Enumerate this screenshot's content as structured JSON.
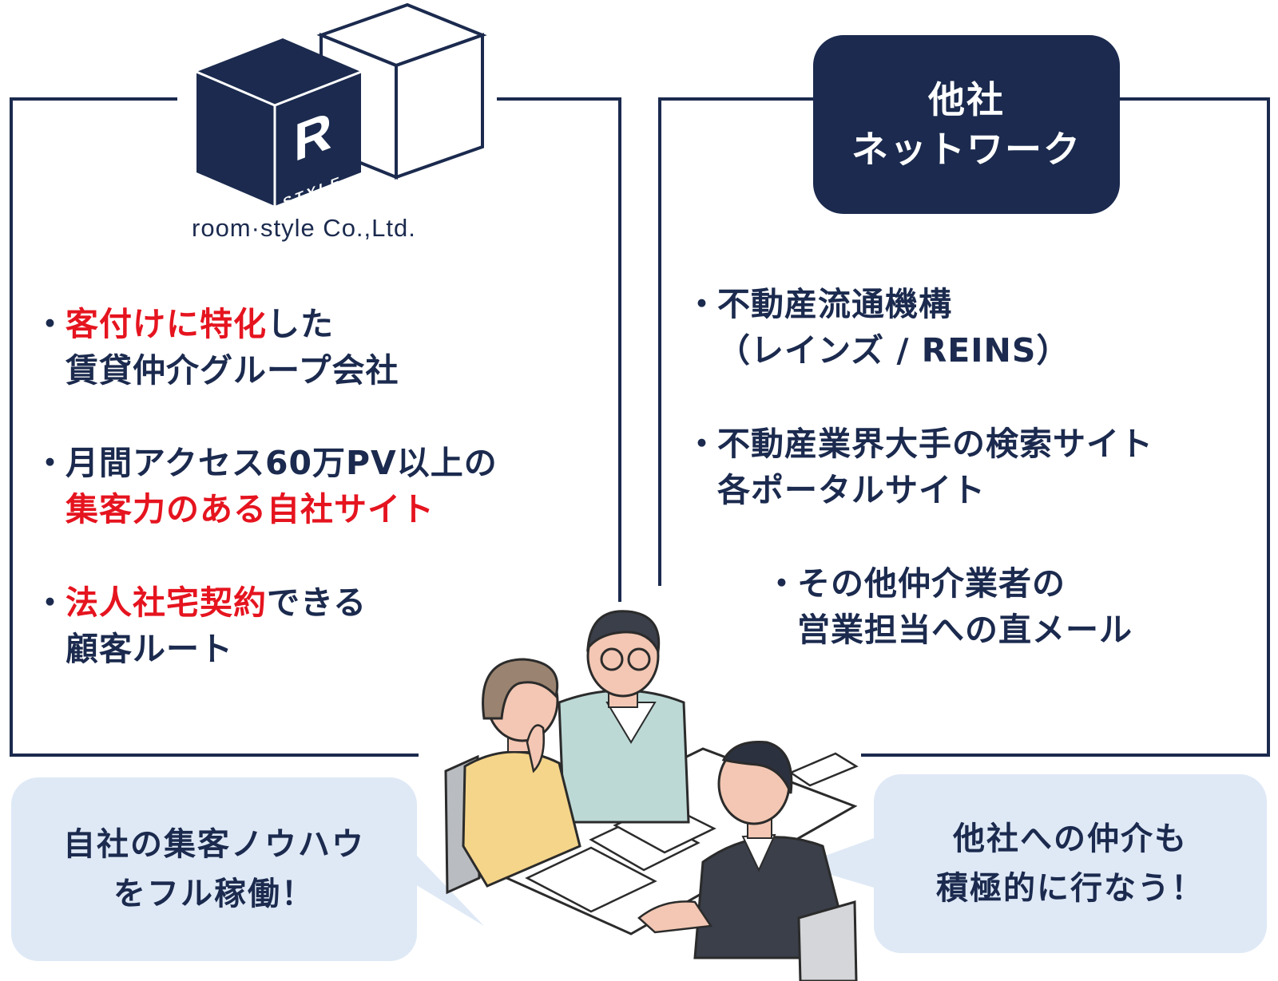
{
  "left_panel": {
    "logo_letter": "R",
    "logo_subtext": "STYLE",
    "company_name": "room·style Co.,Ltd.",
    "items": [
      {
        "line1_red": "客付けに特化",
        "line1_navy": "した",
        "line2": "賃貸仲介グループ会社"
      },
      {
        "line1": "月間アクセス60万PV以上の",
        "line2_red": "集客力のある自社サイト"
      },
      {
        "line1_red": "法人社宅契約",
        "line1_navy": "できる",
        "line2": "顧客ルート"
      }
    ],
    "bullet": "・"
  },
  "right_panel": {
    "title_line1": "他社",
    "title_line2": "ネットワーク",
    "items": [
      {
        "line1": "不動産流通機構",
        "line2": "（レインズ / REINS）"
      },
      {
        "line1": "不動産業界大手の検索サイト",
        "line2": "各ポータルサイト"
      },
      {
        "line1": "その他仲介業者の",
        "line2": "営業担当への直メール"
      }
    ],
    "bullet": "・"
  },
  "bubbles": {
    "left_line1": "自社の集客ノウハウ",
    "left_line2": "をフル稼働！",
    "right_line1": "他社への仲介も",
    "right_line2": "積極的に行なう！"
  },
  "colors": {
    "navy": "#1b2a4e",
    "red": "#e5141f",
    "bubble": "#dfe9f6"
  }
}
